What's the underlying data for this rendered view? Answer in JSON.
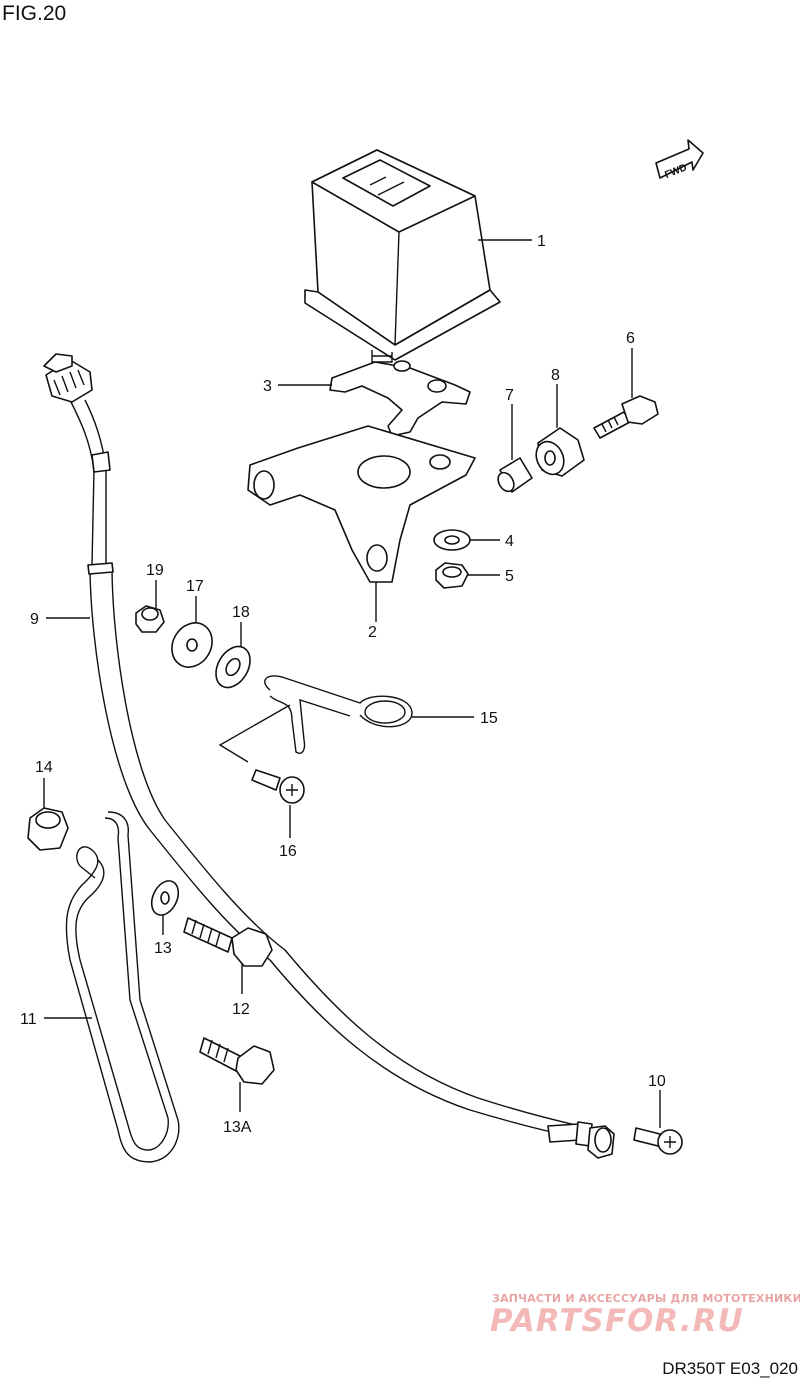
{
  "figure": {
    "title": "FIG.20",
    "code": "DR350T E03_020"
  },
  "direction_marker": "FWD",
  "parts": [
    {
      "id": "p1",
      "number": "1"
    },
    {
      "id": "p2",
      "number": "2"
    },
    {
      "id": "p3",
      "number": "3"
    },
    {
      "id": "p4",
      "number": "4"
    },
    {
      "id": "p5",
      "number": "5"
    },
    {
      "id": "p6",
      "number": "6"
    },
    {
      "id": "p7",
      "number": "7"
    },
    {
      "id": "p8",
      "number": "8"
    },
    {
      "id": "p9",
      "number": "9"
    },
    {
      "id": "p10",
      "number": "10"
    },
    {
      "id": "p11",
      "number": "11"
    },
    {
      "id": "p12",
      "number": "12"
    },
    {
      "id": "p13",
      "number": "13"
    },
    {
      "id": "p13a",
      "number": "13A"
    },
    {
      "id": "p14",
      "number": "14"
    },
    {
      "id": "p15",
      "number": "15"
    },
    {
      "id": "p16",
      "number": "16"
    },
    {
      "id": "p17",
      "number": "17"
    },
    {
      "id": "p18",
      "number": "18"
    },
    {
      "id": "p19",
      "number": "19"
    }
  ],
  "watermark": {
    "tagline": "ЗАПЧАСТИ И АКСЕССУАРЫ ДЛЯ МОТОТЕХНИКИ",
    "logo": "PARTSFOR.RU"
  }
}
